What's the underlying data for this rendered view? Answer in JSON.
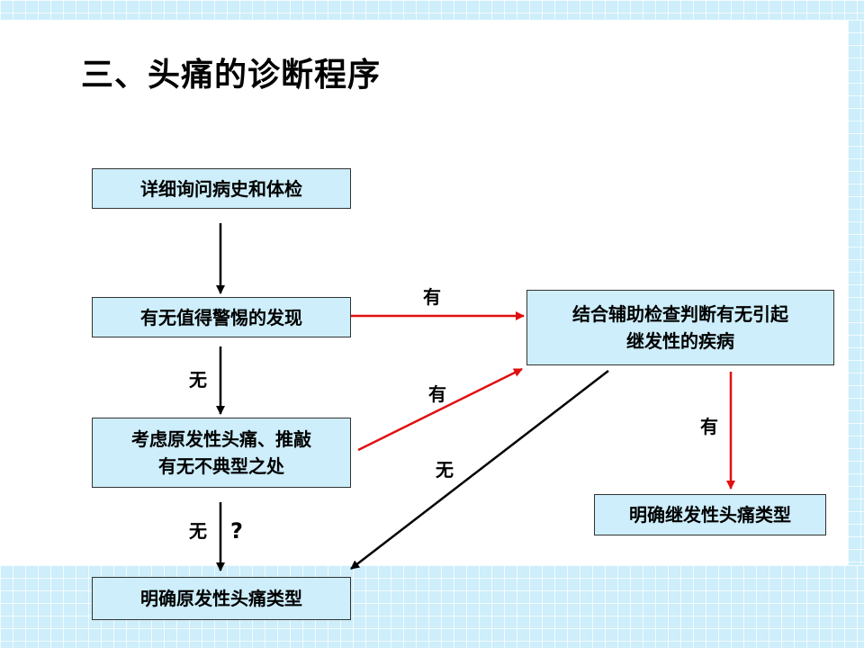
{
  "slide_title": "三、头痛的诊断程序",
  "boxes": {
    "history": "详细询问病史和体检",
    "warning": "有无值得警惕的发现",
    "primary_consider": "考虑原发性头痛、推敲\n有无不典型之处",
    "primary_type": "明确原发性头痛类型",
    "aux_exam": "结合辅助检查判断有无引起\n继发性的疾病",
    "secondary_type": "明确继发性头痛类型"
  },
  "edge_labels": {
    "warning_yes": "有",
    "warning_no": "无",
    "atypical_yes": "有",
    "aux_no": "无",
    "aux_yes": "有",
    "atypical_no": "无",
    "question_mark": "?"
  },
  "colors": {
    "box_fill": "#cdeefa",
    "arrow_yes": "#e01010",
    "arrow_default": "#000000"
  }
}
